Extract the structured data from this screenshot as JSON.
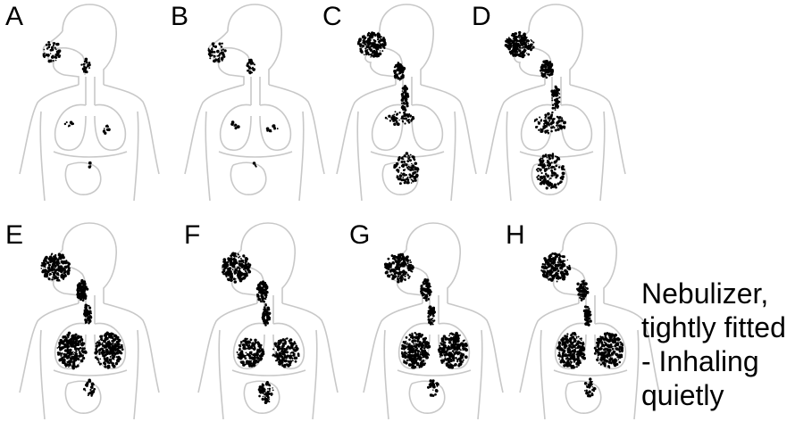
{
  "panels": [
    {
      "label": "A",
      "deposition": "very-low"
    },
    {
      "label": "B",
      "deposition": "very-low"
    },
    {
      "label": "C",
      "deposition": "low"
    },
    {
      "label": "D",
      "deposition": "low-stomach"
    },
    {
      "label": "E",
      "deposition": "lung-high"
    },
    {
      "label": "F",
      "deposition": "lung-medium"
    },
    {
      "label": "G",
      "deposition": "lung-high"
    },
    {
      "label": "H",
      "deposition": "lung-high"
    }
  ],
  "caption": {
    "lines": [
      "Nebulizer,",
      "tightly fitted",
      "- Inhaling",
      "quietly"
    ]
  },
  "colors": {
    "outline": "#c8c8c8",
    "deposit": "#000000"
  }
}
